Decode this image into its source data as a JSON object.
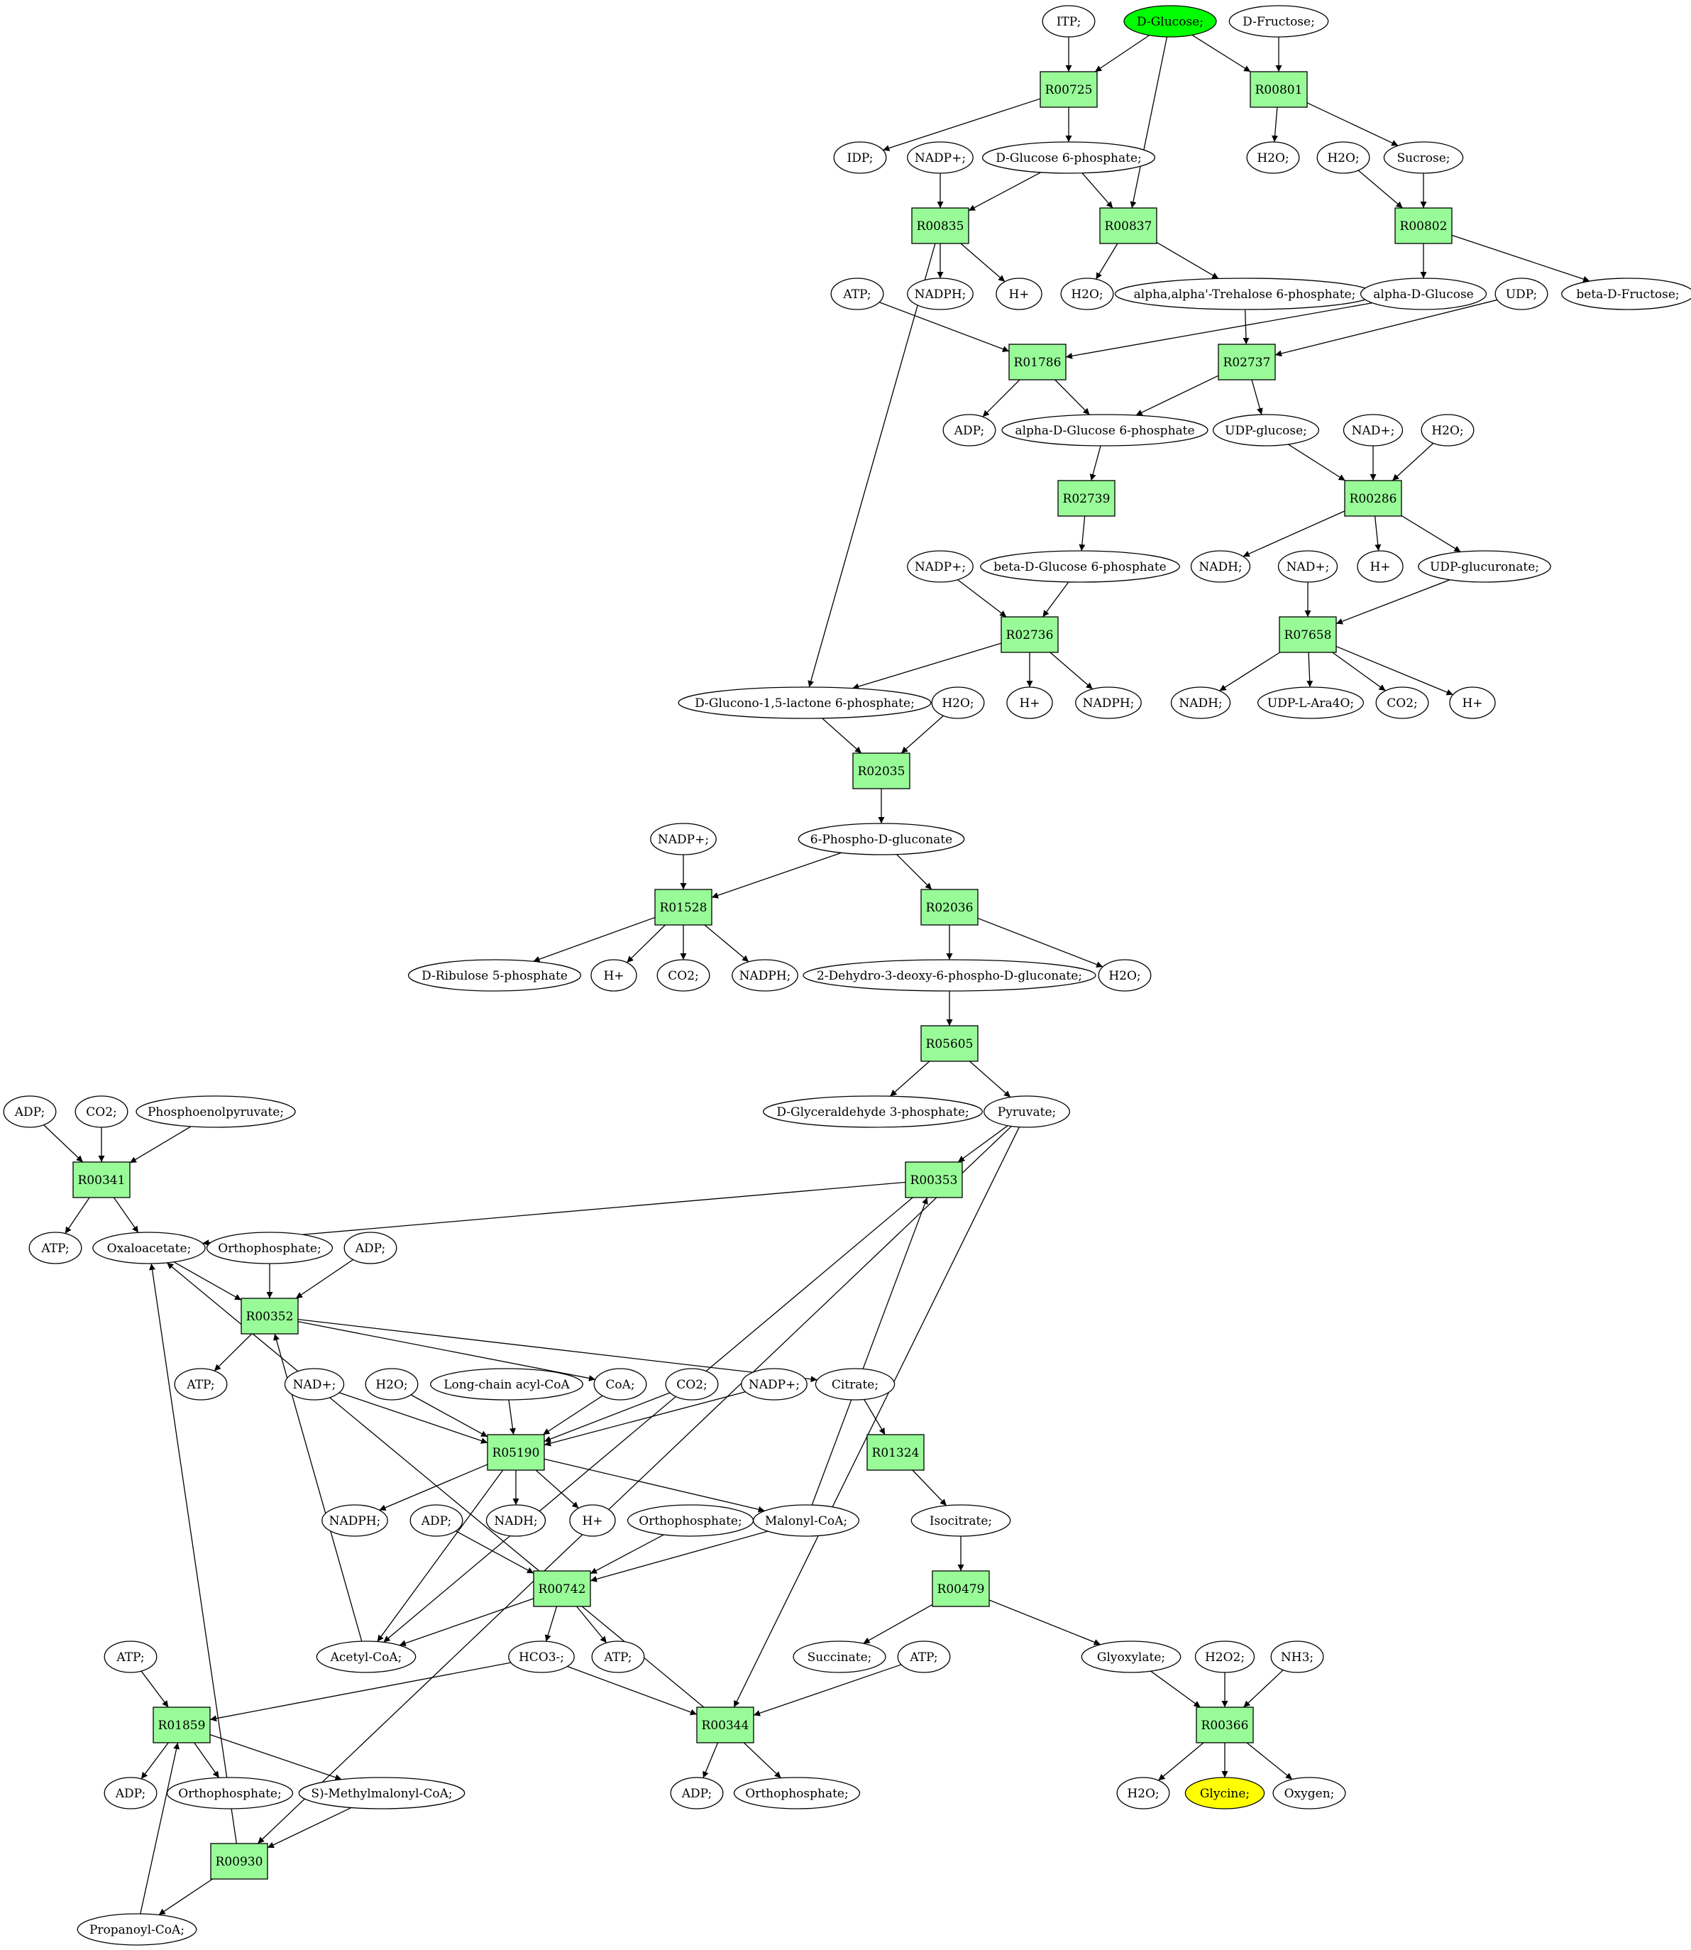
{
  "styles": {
    "reaction_fill": "#98fb98",
    "start_fill": "#00ff00",
    "target_fill": "#ffff00",
    "default_fill": "#ffffff",
    "stroke": "#000000"
  },
  "nodes": [
    {
      "id": "c_itp",
      "label": "ITP;",
      "type": "compound"
    },
    {
      "id": "c_dglucose",
      "label": "D-Glucose;",
      "type": "compound",
      "role": "start"
    },
    {
      "id": "c_dfructose",
      "label": "D-Fructose;",
      "type": "compound"
    },
    {
      "id": "r_R00725",
      "label": "R00725",
      "type": "reaction"
    },
    {
      "id": "r_R00801",
      "label": "R00801",
      "type": "reaction"
    },
    {
      "id": "c_idp",
      "label": "IDP;",
      "type": "compound"
    },
    {
      "id": "c_nadp_1",
      "label": "NADP+;",
      "type": "compound"
    },
    {
      "id": "c_g6p",
      "label": "D-Glucose 6-phosphate;",
      "type": "compound"
    },
    {
      "id": "c_h2o_1",
      "label": "H2O;",
      "type": "compound"
    },
    {
      "id": "c_h2o_2",
      "label": "H2O;",
      "type": "compound"
    },
    {
      "id": "c_sucrose",
      "label": "Sucrose;",
      "type": "compound"
    },
    {
      "id": "r_R00835",
      "label": "R00835",
      "type": "reaction"
    },
    {
      "id": "r_R00837",
      "label": "R00837",
      "type": "reaction"
    },
    {
      "id": "r_R00802",
      "label": "R00802",
      "type": "reaction"
    },
    {
      "id": "c_nadph_1",
      "label": "NADPH;",
      "type": "compound"
    },
    {
      "id": "c_hplus_1",
      "label": "H+",
      "type": "compound"
    },
    {
      "id": "c_h2o_3",
      "label": "H2O;",
      "type": "compound"
    },
    {
      "id": "c_trehalose6p",
      "label": "alpha,alpha'-Trehalose 6-phosphate;",
      "type": "compound"
    },
    {
      "id": "c_adglucose",
      "label": "alpha-D-Glucose",
      "type": "compound"
    },
    {
      "id": "c_udp",
      "label": "UDP;",
      "type": "compound"
    },
    {
      "id": "c_bdfructose",
      "label": "beta-D-Fructose;",
      "type": "compound"
    },
    {
      "id": "c_atp_1",
      "label": "ATP;",
      "type": "compound"
    },
    {
      "id": "r_R01786",
      "label": "R01786",
      "type": "reaction"
    },
    {
      "id": "r_R02737",
      "label": "R02737",
      "type": "reaction"
    },
    {
      "id": "c_adp_1",
      "label": "ADP;",
      "type": "compound"
    },
    {
      "id": "c_adg6p",
      "label": "alpha-D-Glucose 6-phosphate",
      "type": "compound"
    },
    {
      "id": "c_udpglucose",
      "label": "UDP-glucose;",
      "type": "compound"
    },
    {
      "id": "c_nad_1",
      "label": "NAD+;",
      "type": "compound"
    },
    {
      "id": "c_h2o_4",
      "label": "H2O;",
      "type": "compound"
    },
    {
      "id": "r_R02739",
      "label": "R02739",
      "type": "reaction"
    },
    {
      "id": "r_R00286",
      "label": "R00286",
      "type": "reaction"
    },
    {
      "id": "c_nadp_2",
      "label": "NADP+;",
      "type": "compound"
    },
    {
      "id": "c_bdg6p",
      "label": "beta-D-Glucose 6-phosphate",
      "type": "compound"
    },
    {
      "id": "c_nadh_1",
      "label": "NADH;",
      "type": "compound"
    },
    {
      "id": "c_nad_2",
      "label": "NAD+;",
      "type": "compound"
    },
    {
      "id": "c_hplus_2",
      "label": "H+",
      "type": "compound"
    },
    {
      "id": "c_udpglucuronate",
      "label": "UDP-glucuronate;",
      "type": "compound"
    },
    {
      "id": "r_R02736",
      "label": "R02736",
      "type": "reaction"
    },
    {
      "id": "r_R07658",
      "label": "R07658",
      "type": "reaction"
    },
    {
      "id": "c_glucono",
      "label": "D-Glucono-1,5-lactone 6-phosphate;",
      "type": "compound"
    },
    {
      "id": "c_h2o_5",
      "label": "H2O;",
      "type": "compound"
    },
    {
      "id": "c_hplus_3",
      "label": "H+",
      "type": "compound"
    },
    {
      "id": "c_nadph_2",
      "label": "NADPH;",
      "type": "compound"
    },
    {
      "id": "c_nadh_2",
      "label": "NADH;",
      "type": "compound"
    },
    {
      "id": "c_udplara",
      "label": "UDP-L-Ara4O;",
      "type": "compound"
    },
    {
      "id": "c_co2_1",
      "label": "CO2;",
      "type": "compound"
    },
    {
      "id": "c_hplus_4",
      "label": "H+",
      "type": "compound"
    },
    {
      "id": "r_R02035",
      "label": "R02035",
      "type": "reaction"
    },
    {
      "id": "c_nadp_3",
      "label": "NADP+;",
      "type": "compound"
    },
    {
      "id": "c_6pg",
      "label": "6-Phospho-D-gluconate",
      "type": "compound"
    },
    {
      "id": "r_R01528",
      "label": "R01528",
      "type": "reaction"
    },
    {
      "id": "r_R02036",
      "label": "R02036",
      "type": "reaction"
    },
    {
      "id": "c_ru5p",
      "label": "D-Ribulose 5-phosphate",
      "type": "compound"
    },
    {
      "id": "c_hplus_5",
      "label": "H+",
      "type": "compound"
    },
    {
      "id": "c_co2_2",
      "label": "CO2;",
      "type": "compound"
    },
    {
      "id": "c_nadph_3",
      "label": "NADPH;",
      "type": "compound"
    },
    {
      "id": "c_kdpg",
      "label": "2-Dehydro-3-deoxy-6-phospho-D-gluconate;",
      "type": "compound"
    },
    {
      "id": "c_h2o_6",
      "label": "H2O;",
      "type": "compound"
    },
    {
      "id": "r_R05605",
      "label": "R05605",
      "type": "reaction"
    },
    {
      "id": "c_g3p",
      "label": "D-Glyceraldehyde 3-phosphate;",
      "type": "compound"
    },
    {
      "id": "c_pyruvate",
      "label": "Pyruvate;",
      "type": "compound"
    },
    {
      "id": "c_adp_2",
      "label": "ADP;",
      "type": "compound"
    },
    {
      "id": "c_co2_3",
      "label": "CO2;",
      "type": "compound"
    },
    {
      "id": "c_pep",
      "label": "Phosphoenolpyruvate;",
      "type": "compound"
    },
    {
      "id": "r_R00341",
      "label": "R00341",
      "type": "reaction"
    },
    {
      "id": "r_R00353",
      "label": "R00353",
      "type": "reaction"
    },
    {
      "id": "c_atp_2",
      "label": "ATP;",
      "type": "compound"
    },
    {
      "id": "c_oxaloacetate",
      "label": "Oxaloacetate;",
      "type": "compound"
    },
    {
      "id": "c_pi_1",
      "label": "Orthophosphate;",
      "type": "compound"
    },
    {
      "id": "c_adp_3",
      "label": "ADP;",
      "type": "compound"
    },
    {
      "id": "r_R00352",
      "label": "R00352",
      "type": "reaction"
    },
    {
      "id": "c_atp_3",
      "label": "ATP;",
      "type": "compound"
    },
    {
      "id": "c_nad_3",
      "label": "NAD+;",
      "type": "compound"
    },
    {
      "id": "c_h2o_7",
      "label": "H2O;",
      "type": "compound"
    },
    {
      "id": "c_lcacoa",
      "label": "Long-chain acyl-CoA",
      "type": "compound"
    },
    {
      "id": "c_coa",
      "label": "CoA;",
      "type": "compound"
    },
    {
      "id": "c_co2_4",
      "label": "CO2;",
      "type": "compound"
    },
    {
      "id": "c_nadp_4",
      "label": "NADP+;",
      "type": "compound"
    },
    {
      "id": "c_citrate",
      "label": "Citrate;",
      "type": "compound"
    },
    {
      "id": "r_R05190",
      "label": "R05190",
      "type": "reaction"
    },
    {
      "id": "r_R01324",
      "label": "R01324",
      "type": "reaction"
    },
    {
      "id": "c_nadph_4",
      "label": "NADPH;",
      "type": "compound"
    },
    {
      "id": "c_adp_4",
      "label": "ADP;",
      "type": "compound"
    },
    {
      "id": "c_nadh_3",
      "label": "NADH;",
      "type": "compound"
    },
    {
      "id": "c_hplus_6",
      "label": "H+",
      "type": "compound"
    },
    {
      "id": "c_pi_2",
      "label": "Orthophosphate;",
      "type": "compound"
    },
    {
      "id": "c_malonylcoa",
      "label": "Malonyl-CoA;",
      "type": "compound"
    },
    {
      "id": "c_isocitrate",
      "label": "Isocitrate;",
      "type": "compound"
    },
    {
      "id": "r_R00742",
      "label": "R00742",
      "type": "reaction"
    },
    {
      "id": "r_R00479",
      "label": "R00479",
      "type": "reaction"
    },
    {
      "id": "c_atp_4",
      "label": "ATP;",
      "type": "compound"
    },
    {
      "id": "c_acetylcoa",
      "label": "Acetyl-CoA;",
      "type": "compound"
    },
    {
      "id": "c_hco3",
      "label": "HCO3-;",
      "type": "compound"
    },
    {
      "id": "c_atp_5",
      "label": "ATP;",
      "type": "compound"
    },
    {
      "id": "c_succinate",
      "label": "Succinate;",
      "type": "compound"
    },
    {
      "id": "c_atp_6",
      "label": "ATP;",
      "type": "compound"
    },
    {
      "id": "c_glyoxylate",
      "label": "Glyoxylate;",
      "type": "compound"
    },
    {
      "id": "c_h2o2",
      "label": "H2O2;",
      "type": "compound"
    },
    {
      "id": "c_nh3",
      "label": "NH3;",
      "type": "compound"
    },
    {
      "id": "r_R01859",
      "label": "R01859",
      "type": "reaction"
    },
    {
      "id": "r_R00344",
      "label": "R00344",
      "type": "reaction"
    },
    {
      "id": "r_R00366",
      "label": "R00366",
      "type": "reaction"
    },
    {
      "id": "c_adp_5",
      "label": "ADP;",
      "type": "compound"
    },
    {
      "id": "c_pi_3",
      "label": "Orthophosphate;",
      "type": "compound"
    },
    {
      "id": "c_smmcoa",
      "label": "S)-Methylmalonyl-CoA;",
      "type": "compound"
    },
    {
      "id": "c_adp_6",
      "label": "ADP;",
      "type": "compound"
    },
    {
      "id": "c_pi_4",
      "label": "Orthophosphate;",
      "type": "compound"
    },
    {
      "id": "c_h2o_8",
      "label": "H2O;",
      "type": "compound"
    },
    {
      "id": "c_glycine",
      "label": "Glycine;",
      "type": "compound",
      "role": "target"
    },
    {
      "id": "c_oxygen",
      "label": "Oxygen;",
      "type": "compound"
    },
    {
      "id": "r_R00930",
      "label": "R00930",
      "type": "reaction"
    },
    {
      "id": "c_propanoylcoa",
      "label": "Propanoyl-CoA;",
      "type": "compound"
    }
  ],
  "edges": [
    [
      "c_itp",
      "r_R00725"
    ],
    [
      "c_dglucose",
      "r_R00725"
    ],
    [
      "c_dglucose",
      "r_R00837"
    ],
    [
      "c_dglucose",
      "r_R00801"
    ],
    [
      "c_dfructose",
      "r_R00801"
    ],
    [
      "r_R00725",
      "c_idp"
    ],
    [
      "r_R00725",
      "c_g6p"
    ],
    [
      "r_R00801",
      "c_h2o_1"
    ],
    [
      "r_R00801",
      "c_sucrose"
    ],
    [
      "c_nadp_1",
      "r_R00835"
    ],
    [
      "c_g6p",
      "r_R00835"
    ],
    [
      "c_g6p",
      "r_R00837"
    ],
    [
      "c_h2o_2",
      "r_R00802"
    ],
    [
      "c_sucrose",
      "r_R00802"
    ],
    [
      "r_R00835",
      "c_nadph_1"
    ],
    [
      "r_R00835",
      "c_hplus_1"
    ],
    [
      "r_R00835",
      "c_glucono"
    ],
    [
      "r_R00837",
      "c_h2o_3"
    ],
    [
      "r_R00837",
      "c_trehalose6p"
    ],
    [
      "r_R00802",
      "c_adglucose"
    ],
    [
      "r_R00802",
      "c_bdfructose"
    ],
    [
      "c_atp_1",
      "r_R01786"
    ],
    [
      "c_adglucose",
      "r_R01786"
    ],
    [
      "c_trehalose6p",
      "r_R02737"
    ],
    [
      "c_udp",
      "r_R02737"
    ],
    [
      "r_R01786",
      "c_adp_1"
    ],
    [
      "r_R01786",
      "c_adg6p"
    ],
    [
      "r_R02737",
      "c_adg6p"
    ],
    [
      "r_R02737",
      "c_udpglucose"
    ],
    [
      "c_adg6p",
      "r_R02739"
    ],
    [
      "c_udpglucose",
      "r_R00286"
    ],
    [
      "c_nad_1",
      "r_R00286"
    ],
    [
      "c_h2o_4",
      "r_R00286"
    ],
    [
      "r_R02739",
      "c_bdg6p"
    ],
    [
      "r_R00286",
      "c_nadh_1"
    ],
    [
      "r_R00286",
      "c_hplus_2"
    ],
    [
      "r_R00286",
      "c_udpglucuronate"
    ],
    [
      "c_nadp_2",
      "r_R02736"
    ],
    [
      "c_bdg6p",
      "r_R02736"
    ],
    [
      "c_nad_2",
      "r_R07658"
    ],
    [
      "c_udpglucuronate",
      "r_R07658"
    ],
    [
      "r_R02736",
      "c_glucono"
    ],
    [
      "r_R02736",
      "c_hplus_3"
    ],
    [
      "r_R02736",
      "c_nadph_2"
    ],
    [
      "r_R07658",
      "c_nadh_2"
    ],
    [
      "r_R07658",
      "c_udplara"
    ],
    [
      "r_R07658",
      "c_co2_1"
    ],
    [
      "r_R07658",
      "c_hplus_4"
    ],
    [
      "c_glucono",
      "r_R02035"
    ],
    [
      "c_h2o_5",
      "r_R02035"
    ],
    [
      "r_R02035",
      "c_6pg"
    ],
    [
      "c_nadp_3",
      "r_R01528"
    ],
    [
      "c_6pg",
      "r_R01528"
    ],
    [
      "c_6pg",
      "r_R02036"
    ],
    [
      "r_R01528",
      "c_ru5p"
    ],
    [
      "r_R01528",
      "c_hplus_5"
    ],
    [
      "r_R01528",
      "c_co2_2"
    ],
    [
      "r_R01528",
      "c_nadph_3"
    ],
    [
      "r_R02036",
      "c_kdpg"
    ],
    [
      "r_R02036",
      "c_h2o_6"
    ],
    [
      "c_kdpg",
      "r_R05605"
    ],
    [
      "r_R05605",
      "c_g3p"
    ],
    [
      "r_R05605",
      "c_pyruvate"
    ],
    [
      "c_adp_2",
      "r_R00341"
    ],
    [
      "c_co2_3",
      "r_R00341"
    ],
    [
      "c_pep",
      "r_R00341"
    ],
    [
      "r_R00341",
      "c_atp_2"
    ],
    [
      "r_R00341",
      "c_oxaloacetate"
    ],
    [
      "c_pyruvate",
      "r_R00353"
    ],
    [
      "c_pyruvate",
      "r_R00344"
    ],
    [
      "c_pyruvate",
      "r_R00930"
    ],
    [
      "c_malonylcoa",
      "r_R00353"
    ],
    [
      "r_R00353",
      "c_oxaloacetate"
    ],
    [
      "r_R00353",
      "c_acetylcoa"
    ],
    [
      "c_oxaloacetate",
      "r_R00352"
    ],
    [
      "c_pi_1",
      "r_R00352"
    ],
    [
      "c_adp_3",
      "r_R00352"
    ],
    [
      "c_acetylcoa",
      "r_R00352"
    ],
    [
      "r_R00352",
      "c_atp_3"
    ],
    [
      "r_R00352",
      "c_coa"
    ],
    [
      "r_R00352",
      "c_citrate"
    ],
    [
      "c_nad_3",
      "r_R05190"
    ],
    [
      "c_h2o_7",
      "r_R05190"
    ],
    [
      "c_lcacoa",
      "r_R05190"
    ],
    [
      "c_coa",
      "r_R05190"
    ],
    [
      "c_co2_4",
      "r_R05190"
    ],
    [
      "c_nadp_4",
      "r_R05190"
    ],
    [
      "r_R05190",
      "c_nadph_4"
    ],
    [
      "r_R05190",
      "c_nadh_3"
    ],
    [
      "r_R05190",
      "c_hplus_6"
    ],
    [
      "r_R05190",
      "c_malonylcoa"
    ],
    [
      "r_R05190",
      "c_acetylcoa"
    ],
    [
      "c_citrate",
      "r_R01324"
    ],
    [
      "r_R01324",
      "c_isocitrate"
    ],
    [
      "c_isocitrate",
      "r_R00479"
    ],
    [
      "c_adp_4",
      "r_R00742"
    ],
    [
      "c_pi_2",
      "r_R00742"
    ],
    [
      "c_malonylcoa",
      "r_R00742"
    ],
    [
      "r_R00742",
      "c_acetylcoa"
    ],
    [
      "r_R00742",
      "c_hco3"
    ],
    [
      "r_R00742",
      "c_atp_5"
    ],
    [
      "r_R00479",
      "c_succinate"
    ],
    [
      "r_R00479",
      "c_glyoxylate"
    ],
    [
      "c_glyoxylate",
      "r_R00366"
    ],
    [
      "c_h2o2",
      "r_R00366"
    ],
    [
      "c_nh3",
      "r_R00366"
    ],
    [
      "r_R00366",
      "c_h2o_8"
    ],
    [
      "r_R00366",
      "c_glycine"
    ],
    [
      "r_R00366",
      "c_oxygen"
    ],
    [
      "c_atp_4",
      "r_R01859"
    ],
    [
      "c_hco3",
      "r_R01859"
    ],
    [
      "c_propanoylcoa",
      "r_R01859"
    ],
    [
      "r_R01859",
      "c_adp_5"
    ],
    [
      "r_R01859",
      "c_pi_3"
    ],
    [
      "r_R01859",
      "c_smmcoa"
    ],
    [
      "c_hco3",
      "r_R00344"
    ],
    [
      "c_atp_6",
      "r_R00344"
    ],
    [
      "r_R00344",
      "c_oxaloacetate"
    ],
    [
      "r_R00344",
      "c_adp_6"
    ],
    [
      "r_R00344",
      "c_pi_4"
    ],
    [
      "c_smmcoa",
      "r_R00930"
    ],
    [
      "r_R00930",
      "c_oxaloacetate"
    ],
    [
      "r_R00930",
      "c_propanoylcoa"
    ]
  ]
}
